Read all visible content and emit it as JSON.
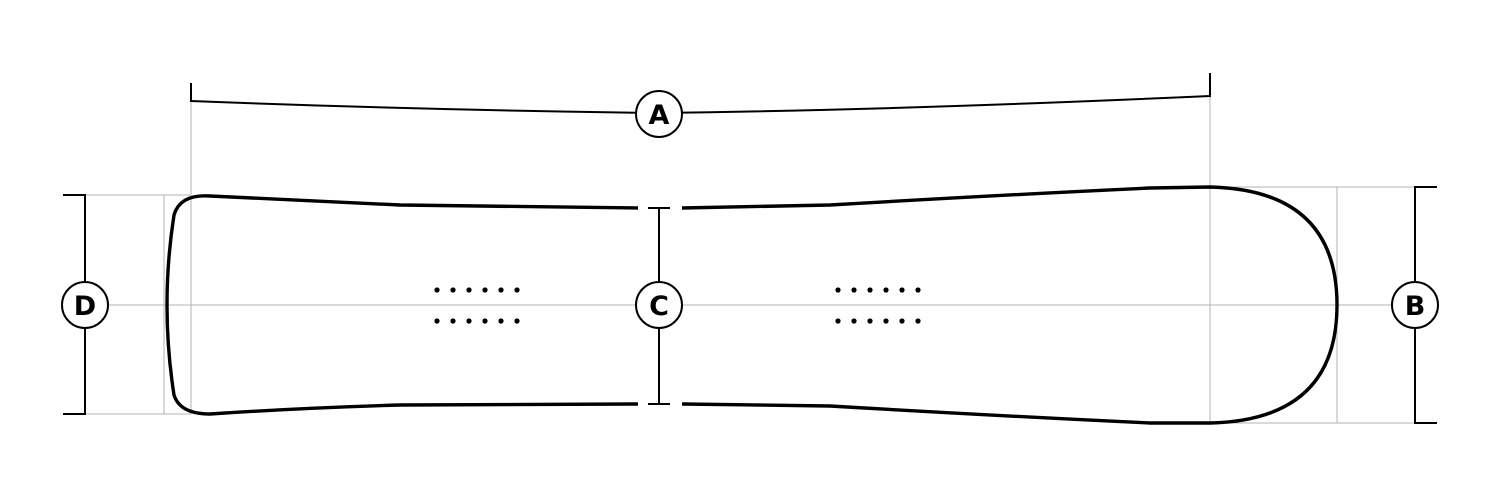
{
  "diagram": {
    "labels": {
      "a": "A",
      "b": "B",
      "c": "C",
      "d": "D"
    },
    "insert_pattern": {
      "groups": 2,
      "rows_per_group": 2,
      "holes_per_row": 6
    },
    "colors": {
      "outline": "#000000",
      "guide_lines": "#b3b3b3",
      "background": "#ffffff"
    }
  }
}
